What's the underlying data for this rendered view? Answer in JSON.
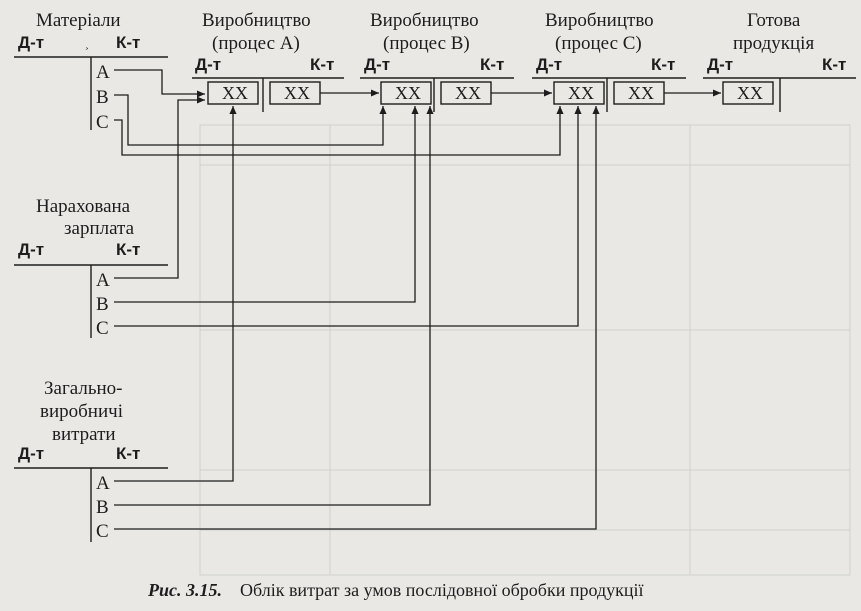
{
  "header_labels": {
    "materials": "Матеріали",
    "prod_a_1": "Виробництво",
    "prod_a_2": "(процес А)",
    "prod_b_1": "Виробництво",
    "prod_b_2": "(процес В)",
    "prod_c_1": "Виробництво",
    "prod_c_2": "(процес С)",
    "finished_1": "Готова",
    "finished_2": "продукція",
    "salary_1": "Нарахована",
    "salary_2": "зарплата",
    "overhead_1": "Загально-",
    "overhead_2": "виробничі",
    "overhead_3": "витрати"
  },
  "account_sides": {
    "debit": "Д-т",
    "credit": "К-т"
  },
  "process_letters": {
    "a": "A",
    "b": "B",
    "c": "C"
  },
  "cell_placeholder": "XX",
  "caption": {
    "fig_label": "Рис. 3.15.",
    "text": "Облік витрат за умов послідовної обробки продукції"
  },
  "colors": {
    "ink": "#1d1d1d",
    "paper": "#e9e8e5"
  }
}
